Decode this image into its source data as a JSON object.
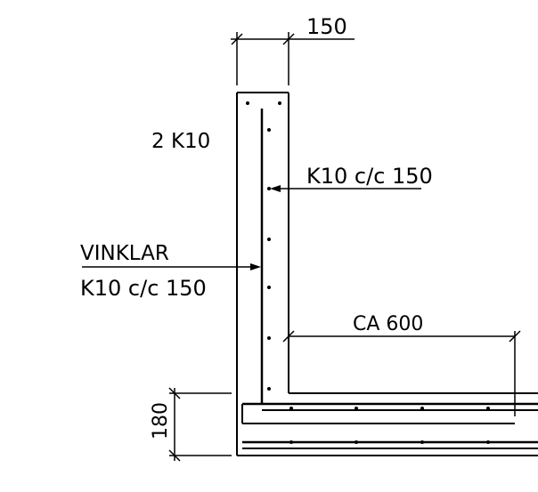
{
  "labels": {
    "dim_top": "150",
    "bars_top": "2 K10",
    "rebar_vertical": "K10 c/c 150",
    "stirrups_name": "VINKLAR",
    "stirrups_spec": "K10 c/c 150",
    "dim_length": "CA 600",
    "dim_height": "180"
  }
}
